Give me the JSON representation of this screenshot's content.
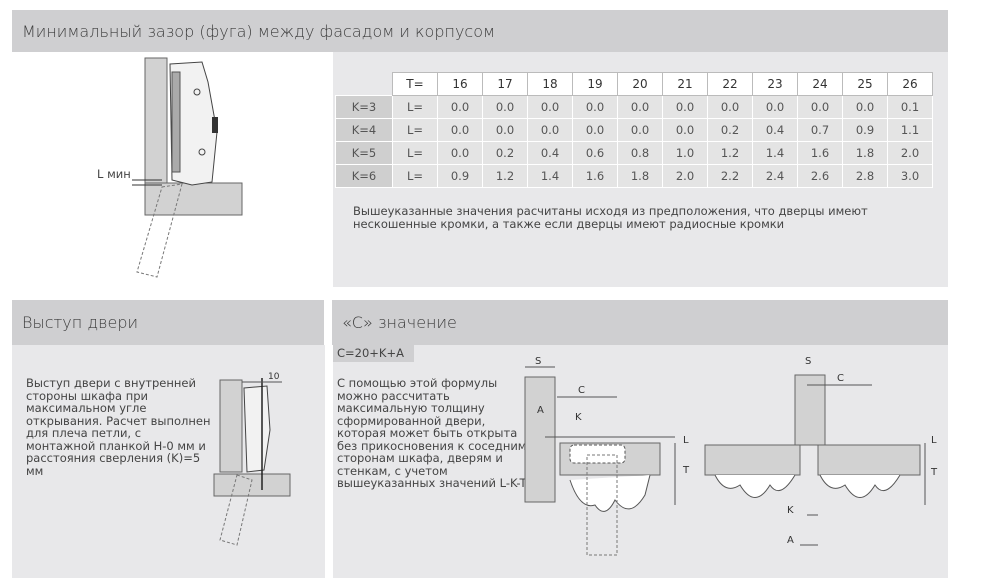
{
  "section1": {
    "title": "Минимальный зазор (фуга) между фасадом и корпусом",
    "diagram_label": "L мин",
    "table": {
      "t_label": "T=",
      "t_values": [
        "16",
        "17",
        "18",
        "19",
        "20",
        "21",
        "22",
        "23",
        "24",
        "25",
        "26"
      ],
      "rows": [
        {
          "k": "K=3",
          "l": "L=",
          "values": [
            "0.0",
            "0.0",
            "0.0",
            "0.0",
            "0.0",
            "0.0",
            "0.0",
            "0.0",
            "0.0",
            "0.0",
            "0.1"
          ]
        },
        {
          "k": "K=4",
          "l": "L=",
          "values": [
            "0.0",
            "0.0",
            "0.0",
            "0.0",
            "0.0",
            "0.0",
            "0.2",
            "0.4",
            "0.7",
            "0.9",
            "1.1"
          ]
        },
        {
          "k": "K=5",
          "l": "L=",
          "values": [
            "0.0",
            "0.2",
            "0.4",
            "0.6",
            "0.8",
            "1.0",
            "1.2",
            "1.4",
            "1.6",
            "1.8",
            "2.0"
          ]
        },
        {
          "k": "K=6",
          "l": "L=",
          "values": [
            "0.9",
            "1.2",
            "1.4",
            "1.6",
            "1.8",
            "2.0",
            "2.2",
            "2.4",
            "2.6",
            "2.8",
            "3.0"
          ]
        }
      ]
    },
    "note": "Вышеуказанные значения расчитаны исходя из предположения, что дверцы имеют нескошенные кромки, а также если дверцы имеют радиосные кромки"
  },
  "section2": {
    "title": "Выступ двери",
    "text": "Выступ двери с внутренней стороны шкафа при максимальном угле открывания. Расчет выполнен для плеча петли, с монтажной планкой H-0 мм и расстояния сверления (K)=5 мм",
    "dim": "10"
  },
  "section3": {
    "title": "«С» значение",
    "formula": "C=20+K+A",
    "text": "С помощью этой формулы можно рассчитать максимальную толщину сформированной двери, которая может быть открыта без прикосновения к соседним сторонам шкафа, дверям и стенкам, с учетом вышеуказанных значений L-K-T",
    "labels": {
      "s": "S",
      "c": "C",
      "a": "A",
      "k": "K",
      "l": "L",
      "t": "T"
    }
  }
}
